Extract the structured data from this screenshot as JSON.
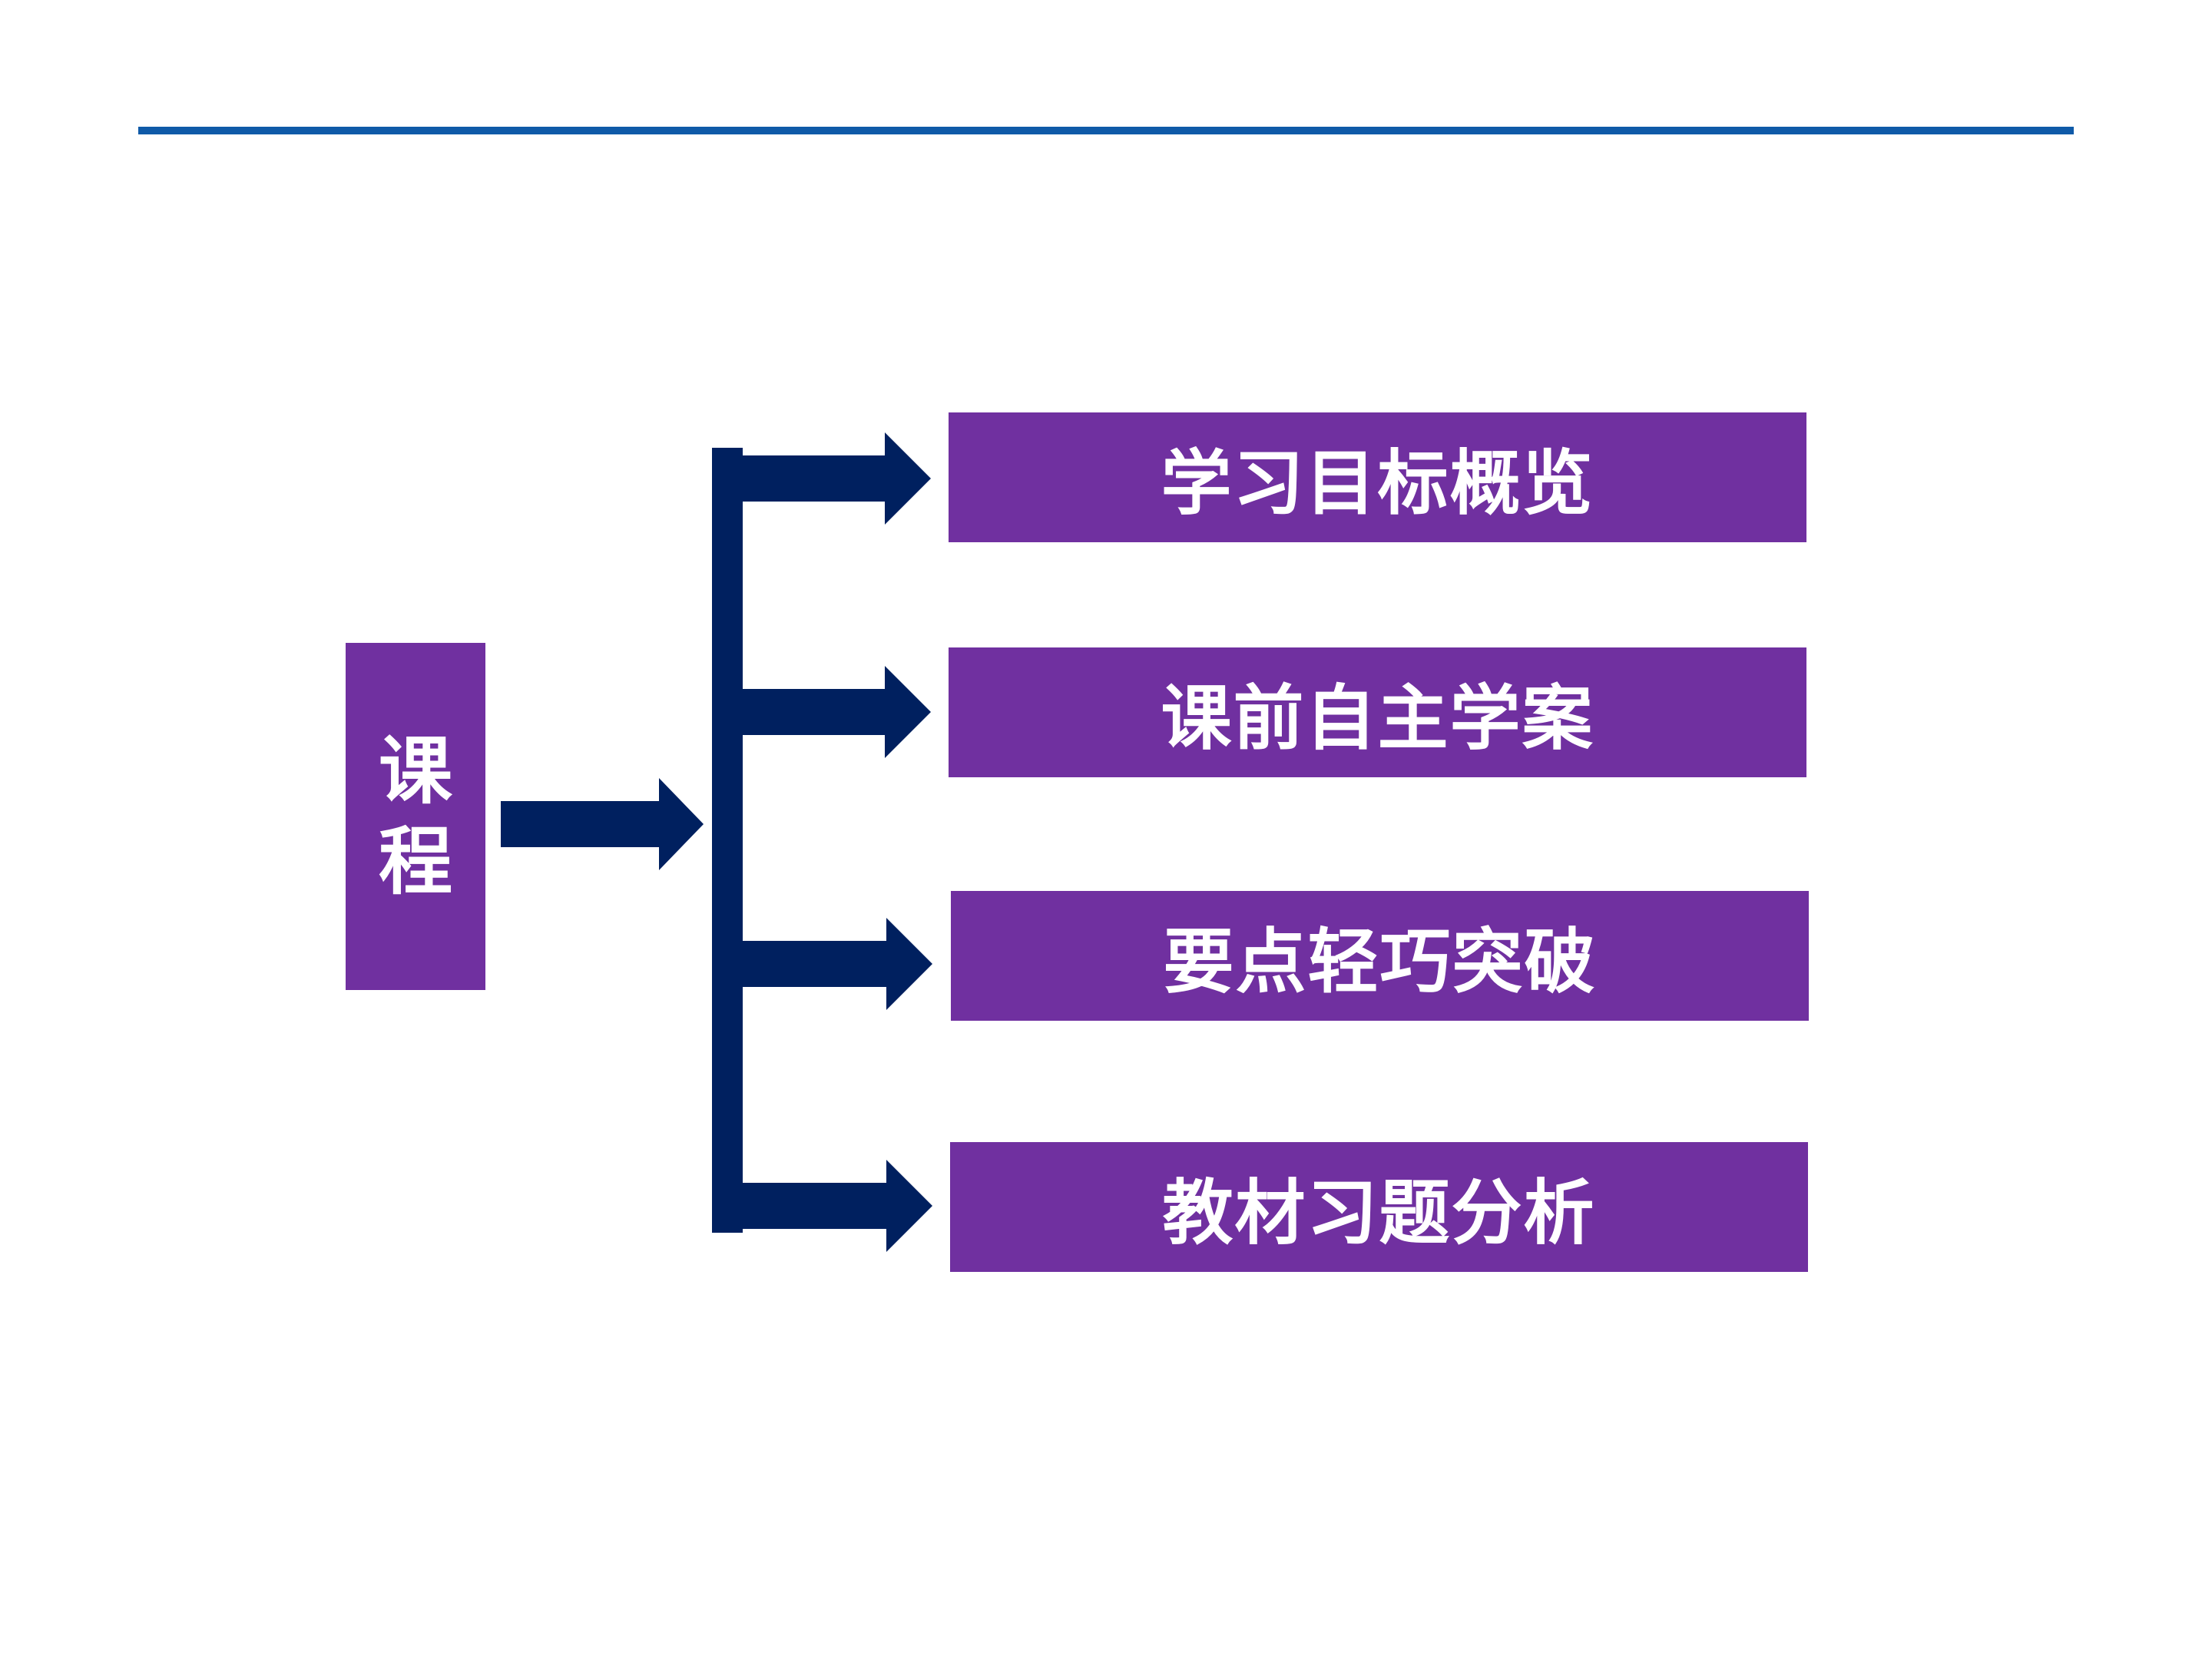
{
  "colors": {
    "rule": "#0f5aa8",
    "box_fill": "#7030a0",
    "arrow": "#00205f",
    "text": "#ffffff"
  },
  "root": {
    "label": "课程"
  },
  "items": [
    {
      "label": "学习目标概览"
    },
    {
      "label": "课前自主学案"
    },
    {
      "label": "要点轻巧突破"
    },
    {
      "label": "教材习题分析"
    }
  ]
}
